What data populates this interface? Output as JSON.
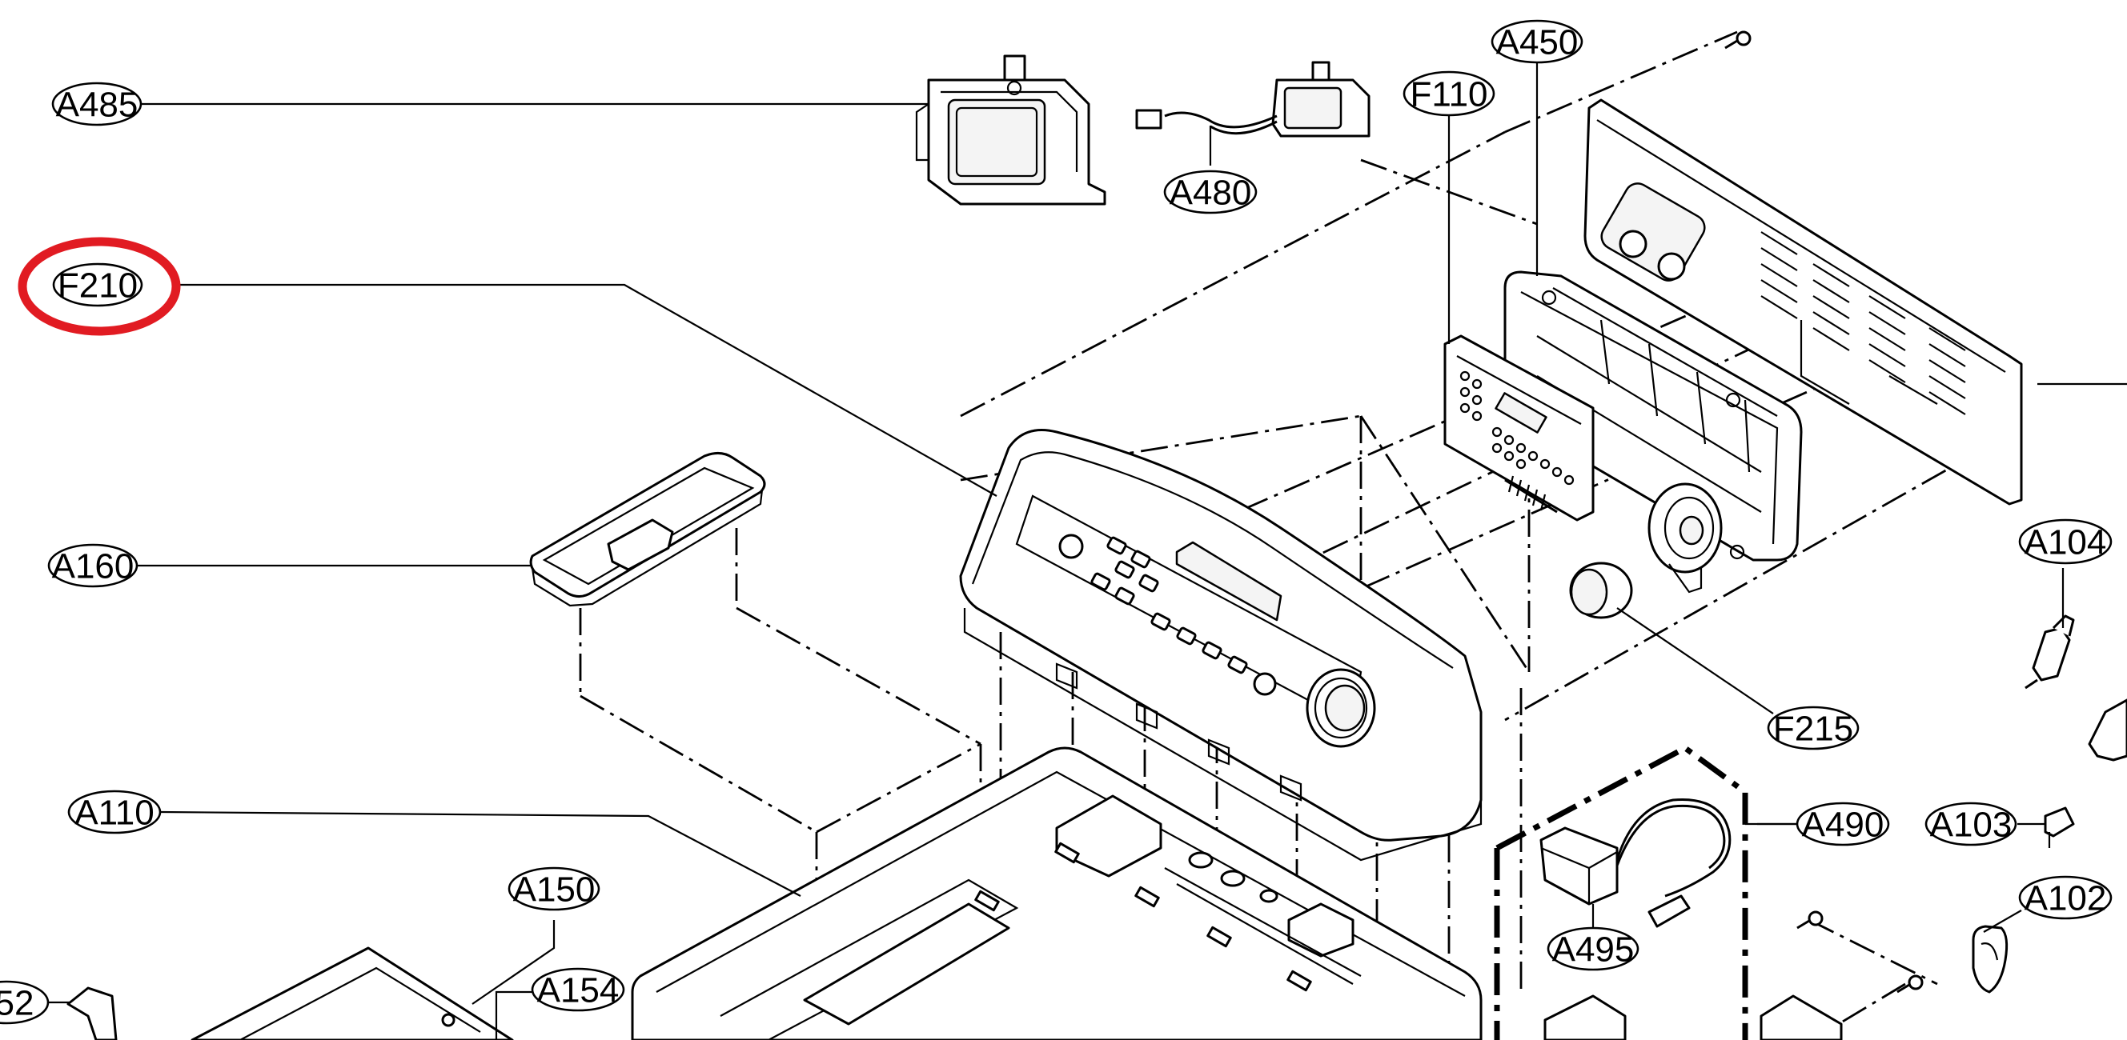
{
  "diagram": {
    "highlight_color": "#e11b22",
    "highlighted_label": "F210",
    "labels": {
      "A485": "A485",
      "A480": "A480",
      "F110": "F110",
      "A450": "A450",
      "F210": "F210",
      "A160": "A160",
      "A104": "A104",
      "F215": "F215",
      "A110": "A110",
      "A490": "A490",
      "A103": "A103",
      "A102": "A102",
      "A495": "A495",
      "A150": "A150",
      "A154": "A154",
      "A152_partial": "52"
    }
  }
}
